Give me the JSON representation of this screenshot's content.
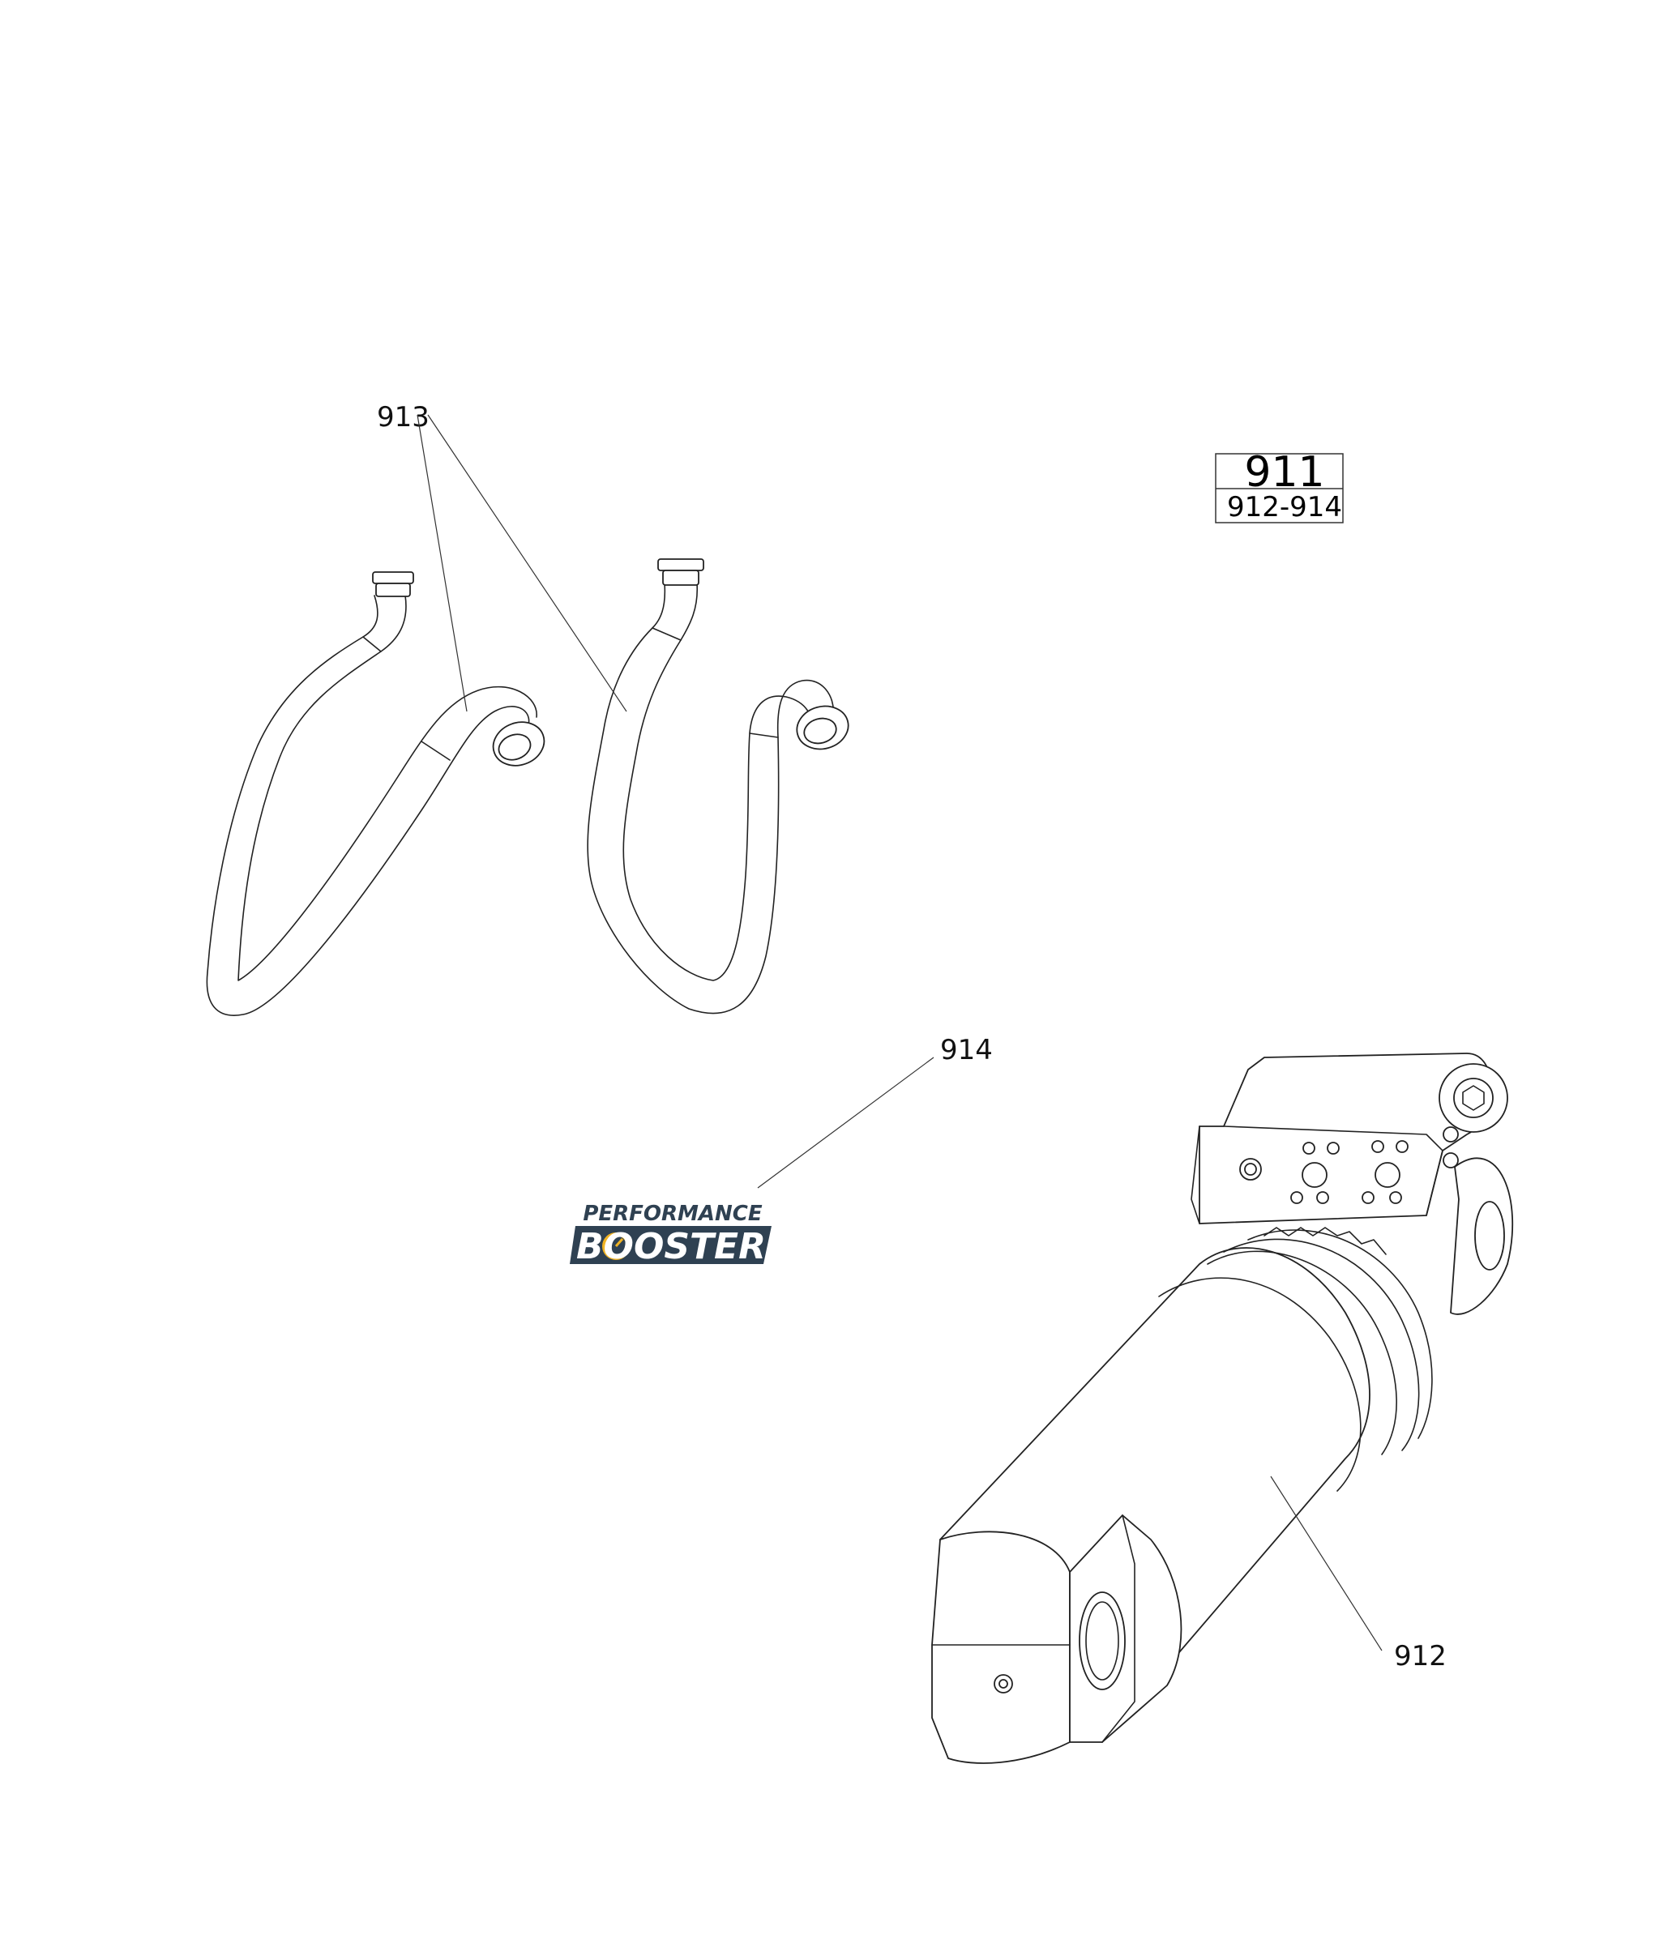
{
  "reference_box": {
    "main_number": "911",
    "range": "912-914"
  },
  "callouts": {
    "hoses": "913",
    "logo": "914",
    "cylinder": "912"
  },
  "logo": {
    "line1": "PERFORMANCE",
    "line2": "BOOSTER",
    "brand_color": "#2f4152",
    "accent_color": "#f0b323"
  },
  "parts": [
    {
      "id": "912",
      "name": "hydraulic-cylinder"
    },
    {
      "id": "913",
      "name": "hoses"
    },
    {
      "id": "914",
      "name": "performance-booster-decal"
    }
  ]
}
